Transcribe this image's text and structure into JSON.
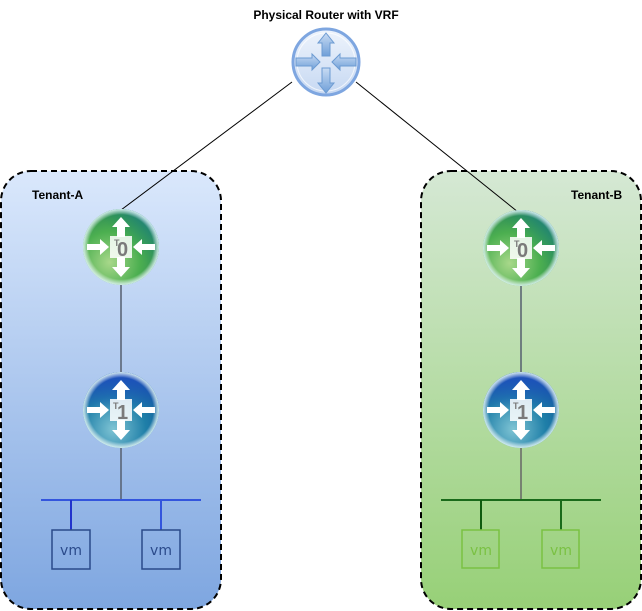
{
  "diagram": {
    "title": "Physical Router with VRF",
    "physical_router": {
      "label": "Physical Router with VRF",
      "icon": "router-icon"
    },
    "tenants": [
      {
        "name": "Tenant-A",
        "theme": "blue",
        "colors": {
          "bg_top": "#dae8fc",
          "bg_bottom": "#7ea6e0",
          "segment": "#3355dd",
          "vm_stroke": "#2a4a8a",
          "vm_text": "#2a4a8a"
        },
        "tier0": {
          "label": "T0",
          "letter": "T",
          "number": "0"
        },
        "tier1": {
          "label": "T1",
          "letter": "T",
          "number": "1"
        },
        "vms": [
          {
            "label": "vm"
          },
          {
            "label": "vm"
          }
        ]
      },
      {
        "name": "Tenant-B",
        "theme": "green",
        "colors": {
          "bg_top": "#d5e8d4",
          "bg_bottom": "#97d077",
          "segment": "#1a6a1a",
          "vm_stroke": "#7ac143",
          "vm_text": "#7ac143"
        },
        "tier0": {
          "label": "T0",
          "letter": "T",
          "number": "0"
        },
        "tier1": {
          "label": "T1",
          "letter": "T",
          "number": "1"
        },
        "vms": [
          {
            "label": "vm"
          },
          {
            "label": "vm"
          }
        ]
      }
    ],
    "connections": [
      {
        "from": "physical-router",
        "to": "tenant-a-tier0"
      },
      {
        "from": "physical-router",
        "to": "tenant-b-tier0"
      },
      {
        "from": "tenant-a-tier0",
        "to": "tenant-a-tier1"
      },
      {
        "from": "tenant-b-tier0",
        "to": "tenant-b-tier1"
      },
      {
        "from": "tenant-a-tier1",
        "to": "tenant-a-segment"
      },
      {
        "from": "tenant-b-tier1",
        "to": "tenant-b-segment"
      }
    ]
  }
}
